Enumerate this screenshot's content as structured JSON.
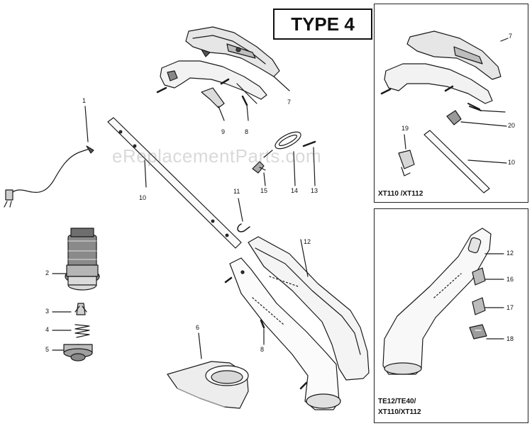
{
  "type_label": "TYPE 4",
  "watermark": "eReplacementParts.com",
  "inset_top_right": {
    "label": "XT110 /XT112"
  },
  "inset_bottom_right": {
    "label_line1": "TE12/TE40/",
    "label_line2": "XT110/XT112"
  },
  "callouts": {
    "c1": "1",
    "c2": "2",
    "c3": "3",
    "c4": "4",
    "c5": "5",
    "c6": "6",
    "c7a": "7",
    "c8a": "8",
    "c9": "9",
    "c10a": "10",
    "c11": "11",
    "c12a": "12",
    "c13": "13",
    "c14": "14",
    "c15": "15",
    "c8b": "8",
    "c7b": "7",
    "c20": "20",
    "c19": "19",
    "c10b": "10",
    "c12b": "12",
    "c16": "16",
    "c17": "17",
    "c18": "18"
  },
  "colors": {
    "line": "#1a1a1a",
    "part_fill": "#f2f2f2",
    "shade": "#9a9a9a",
    "watermark": "#787878"
  }
}
